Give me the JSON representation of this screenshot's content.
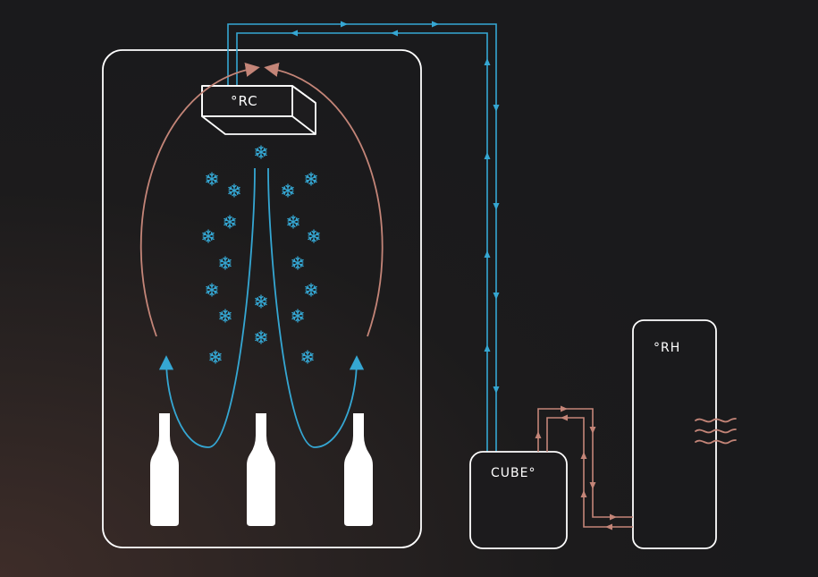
{
  "units": {
    "rc": {
      "label": "°RC"
    },
    "cube": {
      "label": "CUBE°"
    },
    "rh": {
      "label": "°RH"
    }
  },
  "colors": {
    "background": "#1a1a1c",
    "outline": "#ffffff",
    "cold_air": "#35a7d3",
    "warm_air": "#c48578",
    "bottle": "#ffffff"
  },
  "icons": {
    "snowflake": "snowflake-icon",
    "heat_waves": "heat-waves-icon",
    "bottle": "wine-bottle-icon"
  }
}
